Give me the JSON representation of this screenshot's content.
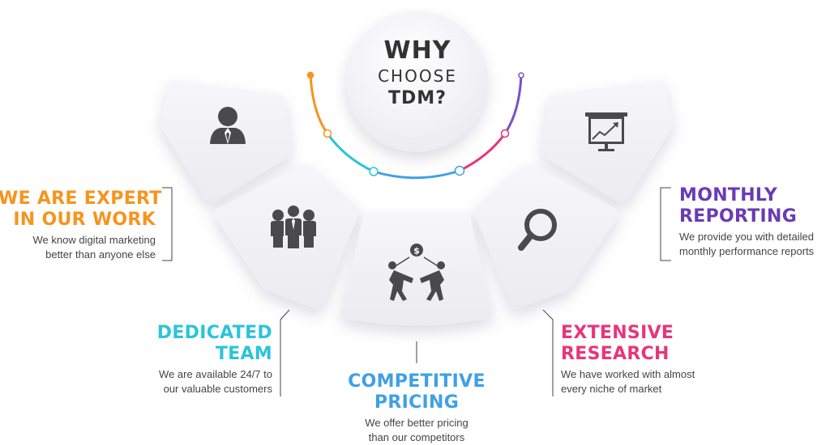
{
  "center": {
    "line1": "WHY",
    "line2": "CHOOSE",
    "line3": "TDM?"
  },
  "items": [
    {
      "heading": [
        "WE ARE EXPERT",
        "IN OUR WORK"
      ],
      "desc": [
        "We know digital marketing",
        "better than anyone else"
      ],
      "color": "#f7941d",
      "icon": "person-icon"
    },
    {
      "heading": [
        "DEDICATED",
        "TEAM"
      ],
      "desc": [
        "We are available 24/7 to",
        "our valuable customers"
      ],
      "color": "#2bc4d8",
      "icon": "team-icon"
    },
    {
      "heading": [
        "COMPETITIVE",
        "PRICING"
      ],
      "desc": [
        "We offer better pricing",
        "than our competitors"
      ],
      "color": "#3fa0e6",
      "icon": "pricing-icon"
    },
    {
      "heading": [
        "EXTENSIVE",
        "RESEARCH"
      ],
      "desc": [
        "We have worked with almost",
        "every niche of market"
      ],
      "color": "#e8357a",
      "icon": "magnifier-icon"
    },
    {
      "heading": [
        "MONTHLY",
        "REPORTING"
      ],
      "desc": [
        "We provide you with detailed",
        "monthly performance reports"
      ],
      "color": "#6a3bb5",
      "icon": "chart-presentation-icon"
    }
  ],
  "colors": {
    "tile": "#f1f1f5",
    "icon": "#4a4a4e",
    "arc_orange": "#f7941d",
    "arc_cyan": "#2bc4d8",
    "arc_blue": "#3fa0e6",
    "arc_pink": "#e8357a",
    "arc_purple": "#7b4fc8"
  }
}
